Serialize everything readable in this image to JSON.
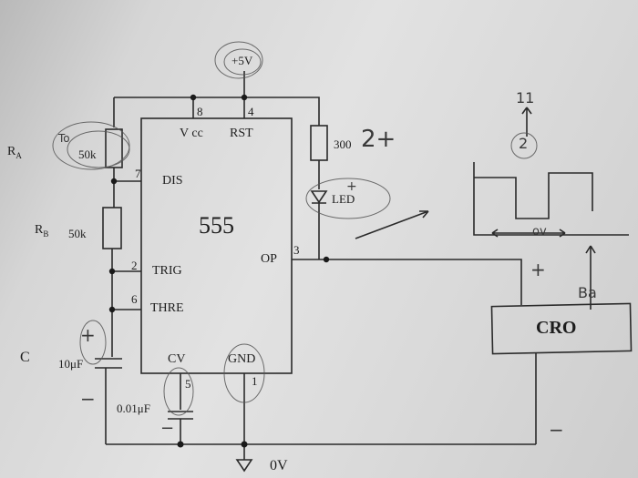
{
  "circuit": {
    "chip_name": "555",
    "supply_label": "+5V",
    "ground_label": "0V",
    "pins": {
      "vcc": {
        "number": "8",
        "name": "V cc"
      },
      "rst": {
        "number": "4",
        "name": "RST"
      },
      "dis": {
        "number": "7",
        "name": "DIS"
      },
      "trig": {
        "number": "2",
        "name": "TRIG"
      },
      "thre": {
        "number": "6",
        "name": "THRE"
      },
      "op": {
        "number": "3",
        "name": "OP"
      },
      "cv": {
        "number": "5",
        "name": "CV"
      },
      "gnd": {
        "number": "1",
        "name": "GND"
      }
    },
    "components": {
      "ra": {
        "designator": "R",
        "subscript": "A",
        "value": "50k"
      },
      "rb": {
        "designator": "R",
        "subscript": "B",
        "value": "50k"
      },
      "c": {
        "designator": "C",
        "value": "10μF"
      },
      "cv_cap": {
        "value": "0.01μF"
      },
      "r_led": {
        "value": "300"
      },
      "led": {
        "label": "LED"
      },
      "cro": {
        "label": "CRO"
      }
    }
  },
  "annotations": {
    "ra_note": "To",
    "led_note": "2+",
    "plus_led": "+",
    "plus_cap": "+",
    "plus_cro": "+",
    "minus_cap": "−",
    "minus_cv": "−",
    "minus_cro": "−",
    "cro_note": "Ba",
    "wave_arrow_note": "11",
    "wave_circle_note": "2",
    "wave_span_note": "ov",
    "pin5_note": "5",
    "pin1_note": "1"
  }
}
